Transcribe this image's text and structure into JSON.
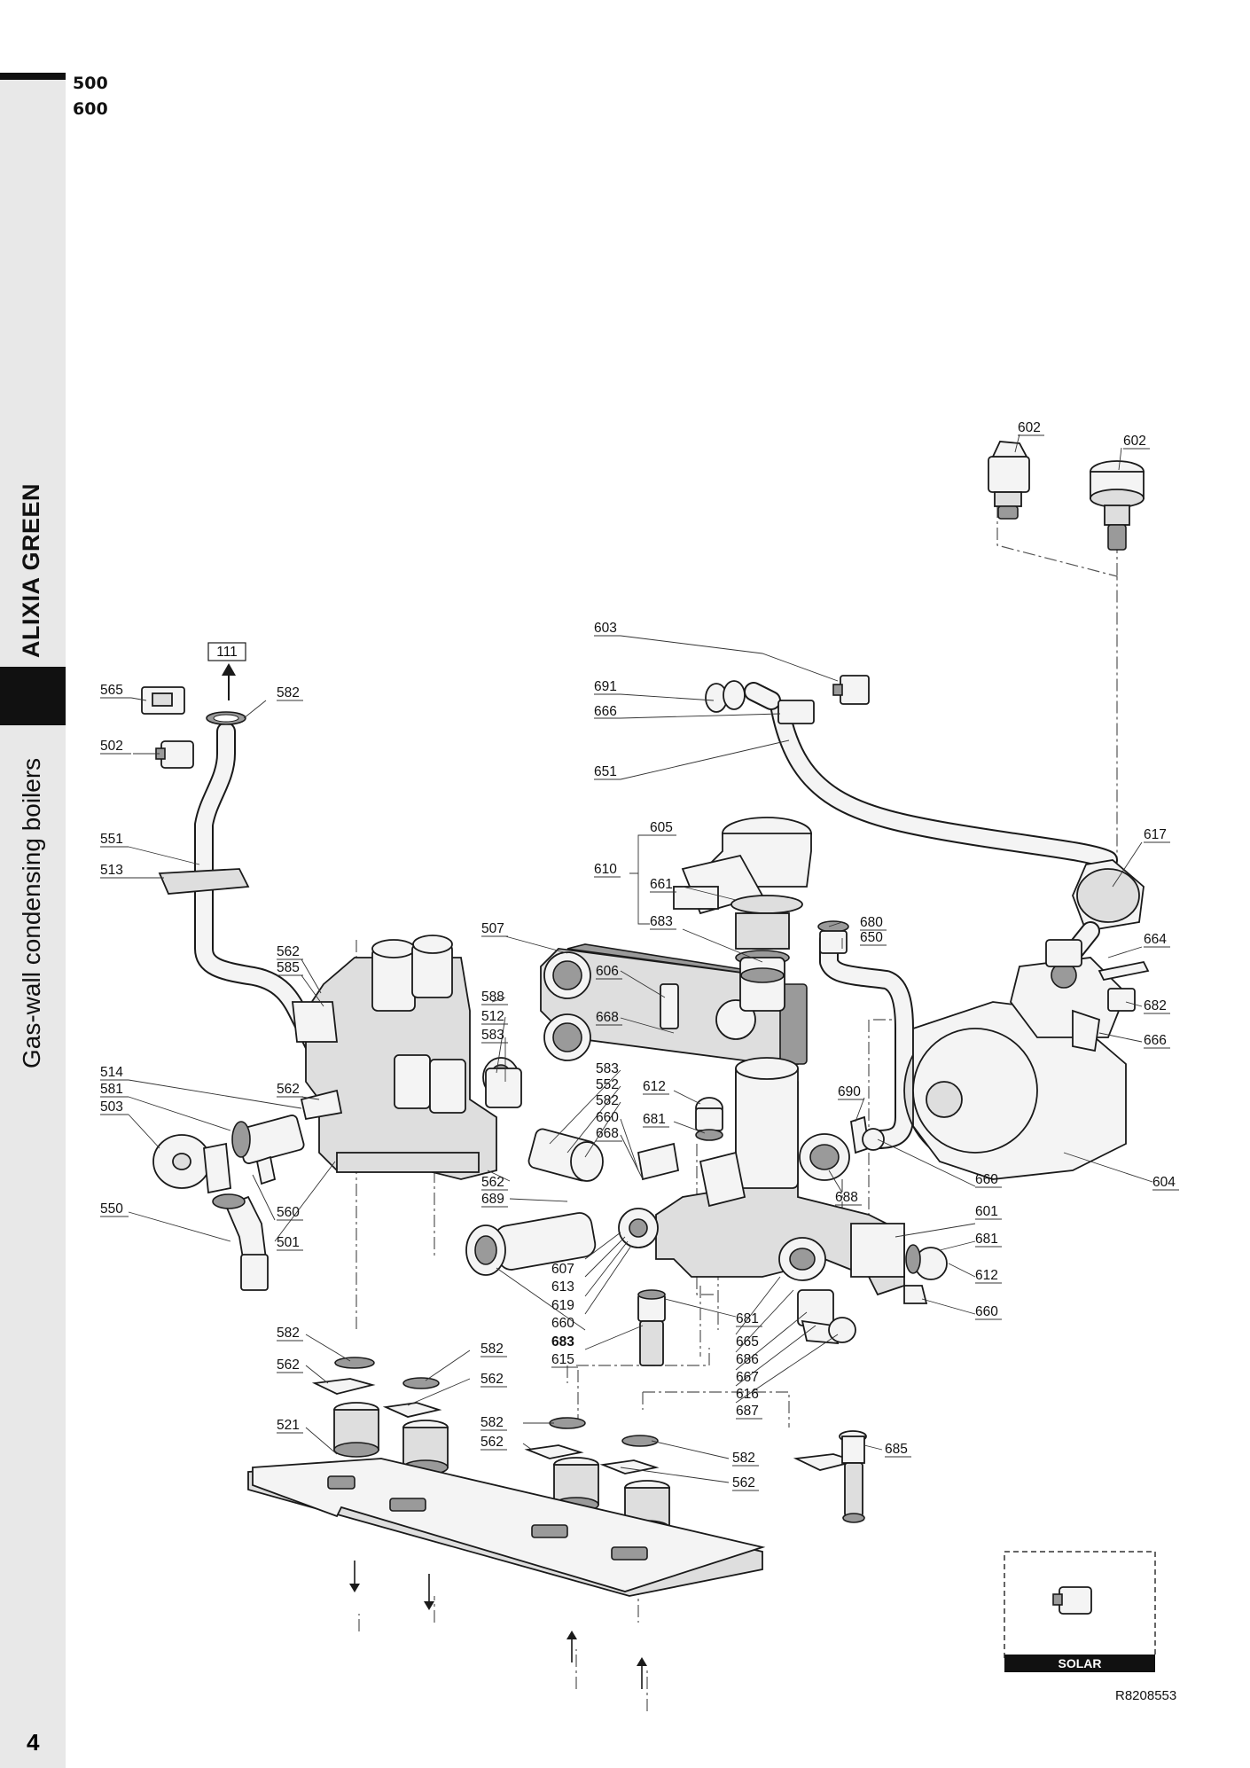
{
  "header": {
    "model_line1": "500",
    "model_line2": "600"
  },
  "sidebar": {
    "brand": "ALIXIA GREEN",
    "subtitle": "Gas-wall condensing boilers"
  },
  "footer": {
    "page_number": "4",
    "drawing_ref": "R8208553"
  },
  "solar_box": {
    "label": "SOLAR"
  },
  "reference_box": {
    "label": "111"
  },
  "callouts": {
    "c602a": "602",
    "c602b": "602",
    "c603": "603",
    "c691": "691",
    "c666a": "666",
    "c651": "651",
    "c617": "617",
    "c565": "565",
    "c582a": "582",
    "c502": "502",
    "c551": "551",
    "c513": "513",
    "c605": "605",
    "c610": "610",
    "c661": "661",
    "c683a": "683",
    "c680": "680",
    "c650": "650",
    "c664": "664",
    "c682": "682",
    "c666b": "666",
    "c507": "507",
    "c562a": "562",
    "c585": "585",
    "c588": "588",
    "c512": "512",
    "c583a": "583",
    "c606": "606",
    "c668a": "668",
    "c514": "514",
    "c581": "581",
    "c503": "503",
    "c562b": "562",
    "c583b": "583",
    "c552": "552",
    "c582b": "582",
    "c660a": "660",
    "c668b": "668",
    "c612a": "612",
    "c681a": "681",
    "c690": "690",
    "c660b": "660",
    "c604": "604",
    "c562c": "562",
    "c689": "689",
    "c688": "688",
    "c601": "601",
    "c560": "560",
    "c501": "501",
    "c550": "550",
    "c681b": "681",
    "c612b": "612",
    "c607": "607",
    "c613": "613",
    "c619": "619",
    "c660c": "660",
    "c683b": "683",
    "c615": "615",
    "c681c": "681",
    "c660d": "660",
    "c665": "665",
    "c686": "686",
    "c667": "667",
    "c616": "616",
    "c687": "687",
    "c582c": "582",
    "c562d": "562",
    "c582d": "582",
    "c562e": "562",
    "c521": "521",
    "c582e": "582",
    "c562f": "562",
    "c582f": "582",
    "c562g": "562",
    "c685": "685"
  }
}
